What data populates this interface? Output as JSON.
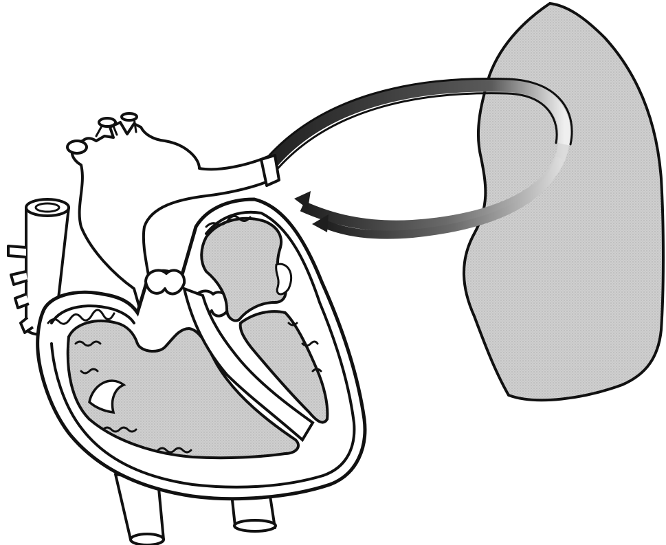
{
  "diagram": {
    "colors": {
      "background": "#ffffff",
      "line": "#111111",
      "chamber_fill": "#c9c9c9",
      "lung_fill": "#d0d0d0",
      "vessel_dark": "#3a3a3a",
      "vessel_light": "#e6e6e6"
    },
    "parts": [
      "lung",
      "pulmonary-artery-flow",
      "pulmonary-vein-flow",
      "aorta",
      "superior-vena-cava",
      "inferior-vena-cava",
      "right-atrium",
      "right-ventricle",
      "left-atrium",
      "left-ventricle",
      "heart-wall"
    ]
  }
}
